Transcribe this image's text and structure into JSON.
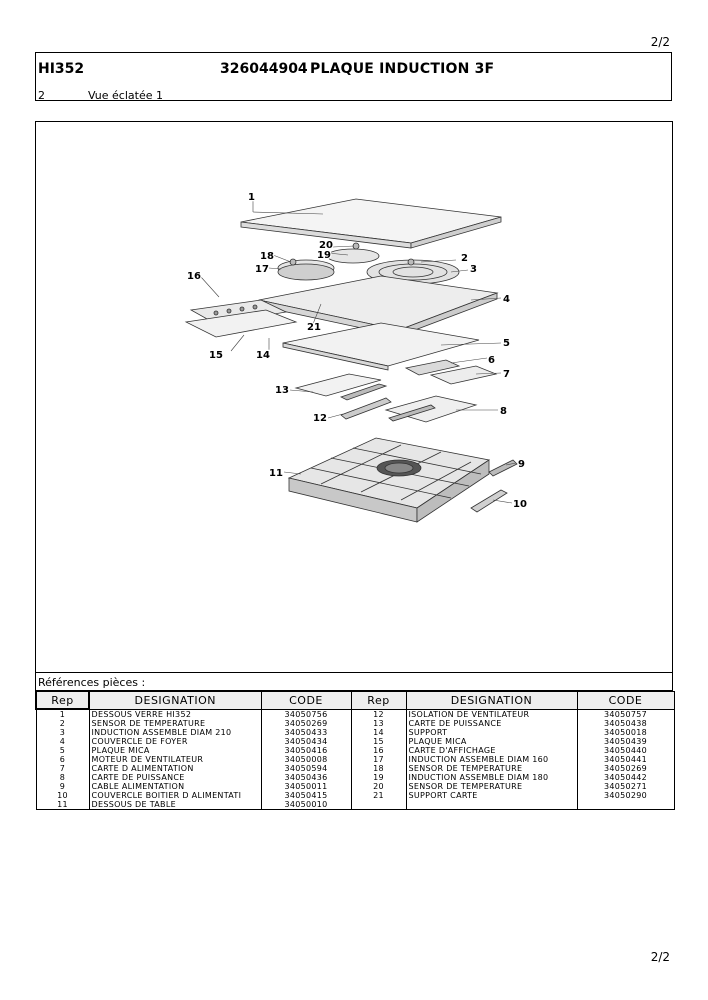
{
  "page": {
    "number": "2/2"
  },
  "header": {
    "model": "HI352",
    "code": "326044904",
    "title": "PLAQUE INDUCTION 3F",
    "view_number": "2",
    "view_name": "Vue éclatée 1"
  },
  "diagram": {
    "callouts": [
      "1",
      "2",
      "3",
      "4",
      "5",
      "6",
      "7",
      "8",
      "9",
      "10",
      "11",
      "12",
      "13",
      "14",
      "15",
      "16",
      "17",
      "18",
      "19",
      "20",
      "21"
    ]
  },
  "references": {
    "label": "Références pièces  :",
    "columns": [
      "Rep",
      "DESIGNATION",
      "CODE",
      "Rep",
      "DESIGNATION",
      "CODE"
    ],
    "rows": [
      [
        "1",
        "DESSOUS VERRE HI352",
        "34050756",
        "12",
        "ISOLATION DE VENTILATEUR",
        "34050757"
      ],
      [
        "2",
        "SENSOR DE TEMPERATURE",
        "34050269",
        "13",
        "CARTE DE PUISSANCE",
        "34050438"
      ],
      [
        "3",
        "INDUCTION ASSEMBLE DIAM 210",
        "34050433",
        "14",
        "SUPPORT",
        "34050018"
      ],
      [
        "4",
        "COUVERCLE DE FOYER",
        "34050434",
        "15",
        "PLAQUE MICA",
        "34050439"
      ],
      [
        "5",
        "PLAQUE MICA",
        "34050416",
        "16",
        "CARTE D'AFFICHAGE",
        "34050440"
      ],
      [
        "6",
        "MOTEUR DE VENTILATEUR",
        "34050008",
        "17",
        "INDUCTION ASSEMBLE DIAM 160",
        "34050441"
      ],
      [
        "7",
        "CARTE D ALIMENTATION",
        "34050594",
        "18",
        "SENSOR DE TEMPERATURE",
        "34050269"
      ],
      [
        "8",
        "CARTE DE PUISSANCE",
        "34050436",
        "19",
        "INDUCTION ASSEMBLE DIAM 180",
        "34050442"
      ],
      [
        "9",
        "CABLE ALIMENTATION",
        "34050011",
        "20",
        "SENSOR DE TEMPERATURE",
        "34050271"
      ],
      [
        "10",
        "COUVERCLE BOITIER D ALIMENTATI",
        "34050415",
        "21",
        "SUPPORT CARTE",
        "34050290"
      ],
      [
        "11",
        "DESSOUS DE TABLE",
        "34050010",
        "",
        "",
        ""
      ]
    ]
  }
}
